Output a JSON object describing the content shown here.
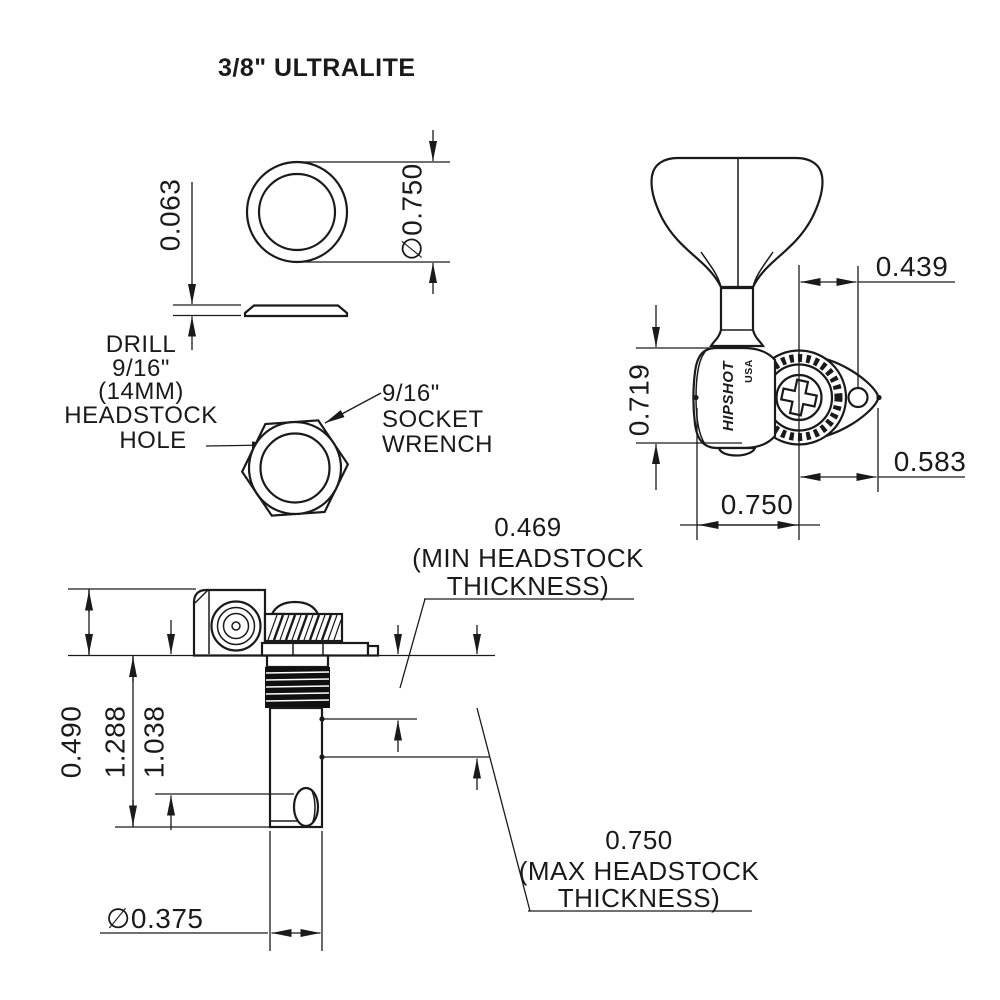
{
  "title": "3/8\" ULTRALITE",
  "accent_color": "#1a1a1a",
  "dimensions": {
    "washer_thickness": "0.063",
    "washer_diameter": "∅0.750",
    "key_to_screw_offset": "0.439",
    "body_height": "0.719",
    "ear_to_center": "0.583",
    "body_to_center": "0.750",
    "housing_height": "0.490",
    "overall_below_headstock": "1.288",
    "string_hole_depth": "1.038",
    "post_diameter": "∅0.375",
    "min_thickness_value": "0.469",
    "min_thickness_line2": "(MIN HEADSTOCK",
    "min_thickness_line3": "THICKNESS)",
    "max_thickness_value": "0.750",
    "max_thickness_line2": "(MAX HEADSTOCK",
    "max_thickness_line3": "THICKNESS)"
  },
  "annotations": {
    "drill_note": [
      "DRILL",
      "9/16\"",
      "(14MM)",
      "HEADSTOCK",
      "HOLE"
    ],
    "socket_note": [
      "9/16\"",
      "SOCKET",
      "WRENCH"
    ]
  },
  "logo": {
    "brand": "HIPSHOT",
    "country": "USA"
  }
}
